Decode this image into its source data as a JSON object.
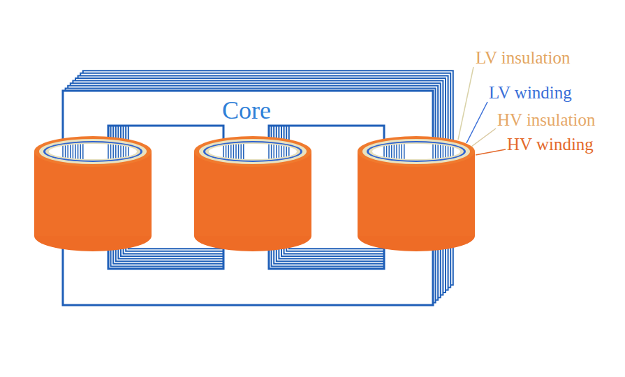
{
  "diagram": {
    "labels": [
      "Core",
      "LV insulation",
      "LV winding",
      "HV insulation",
      "HV winding"
    ]
  }
}
